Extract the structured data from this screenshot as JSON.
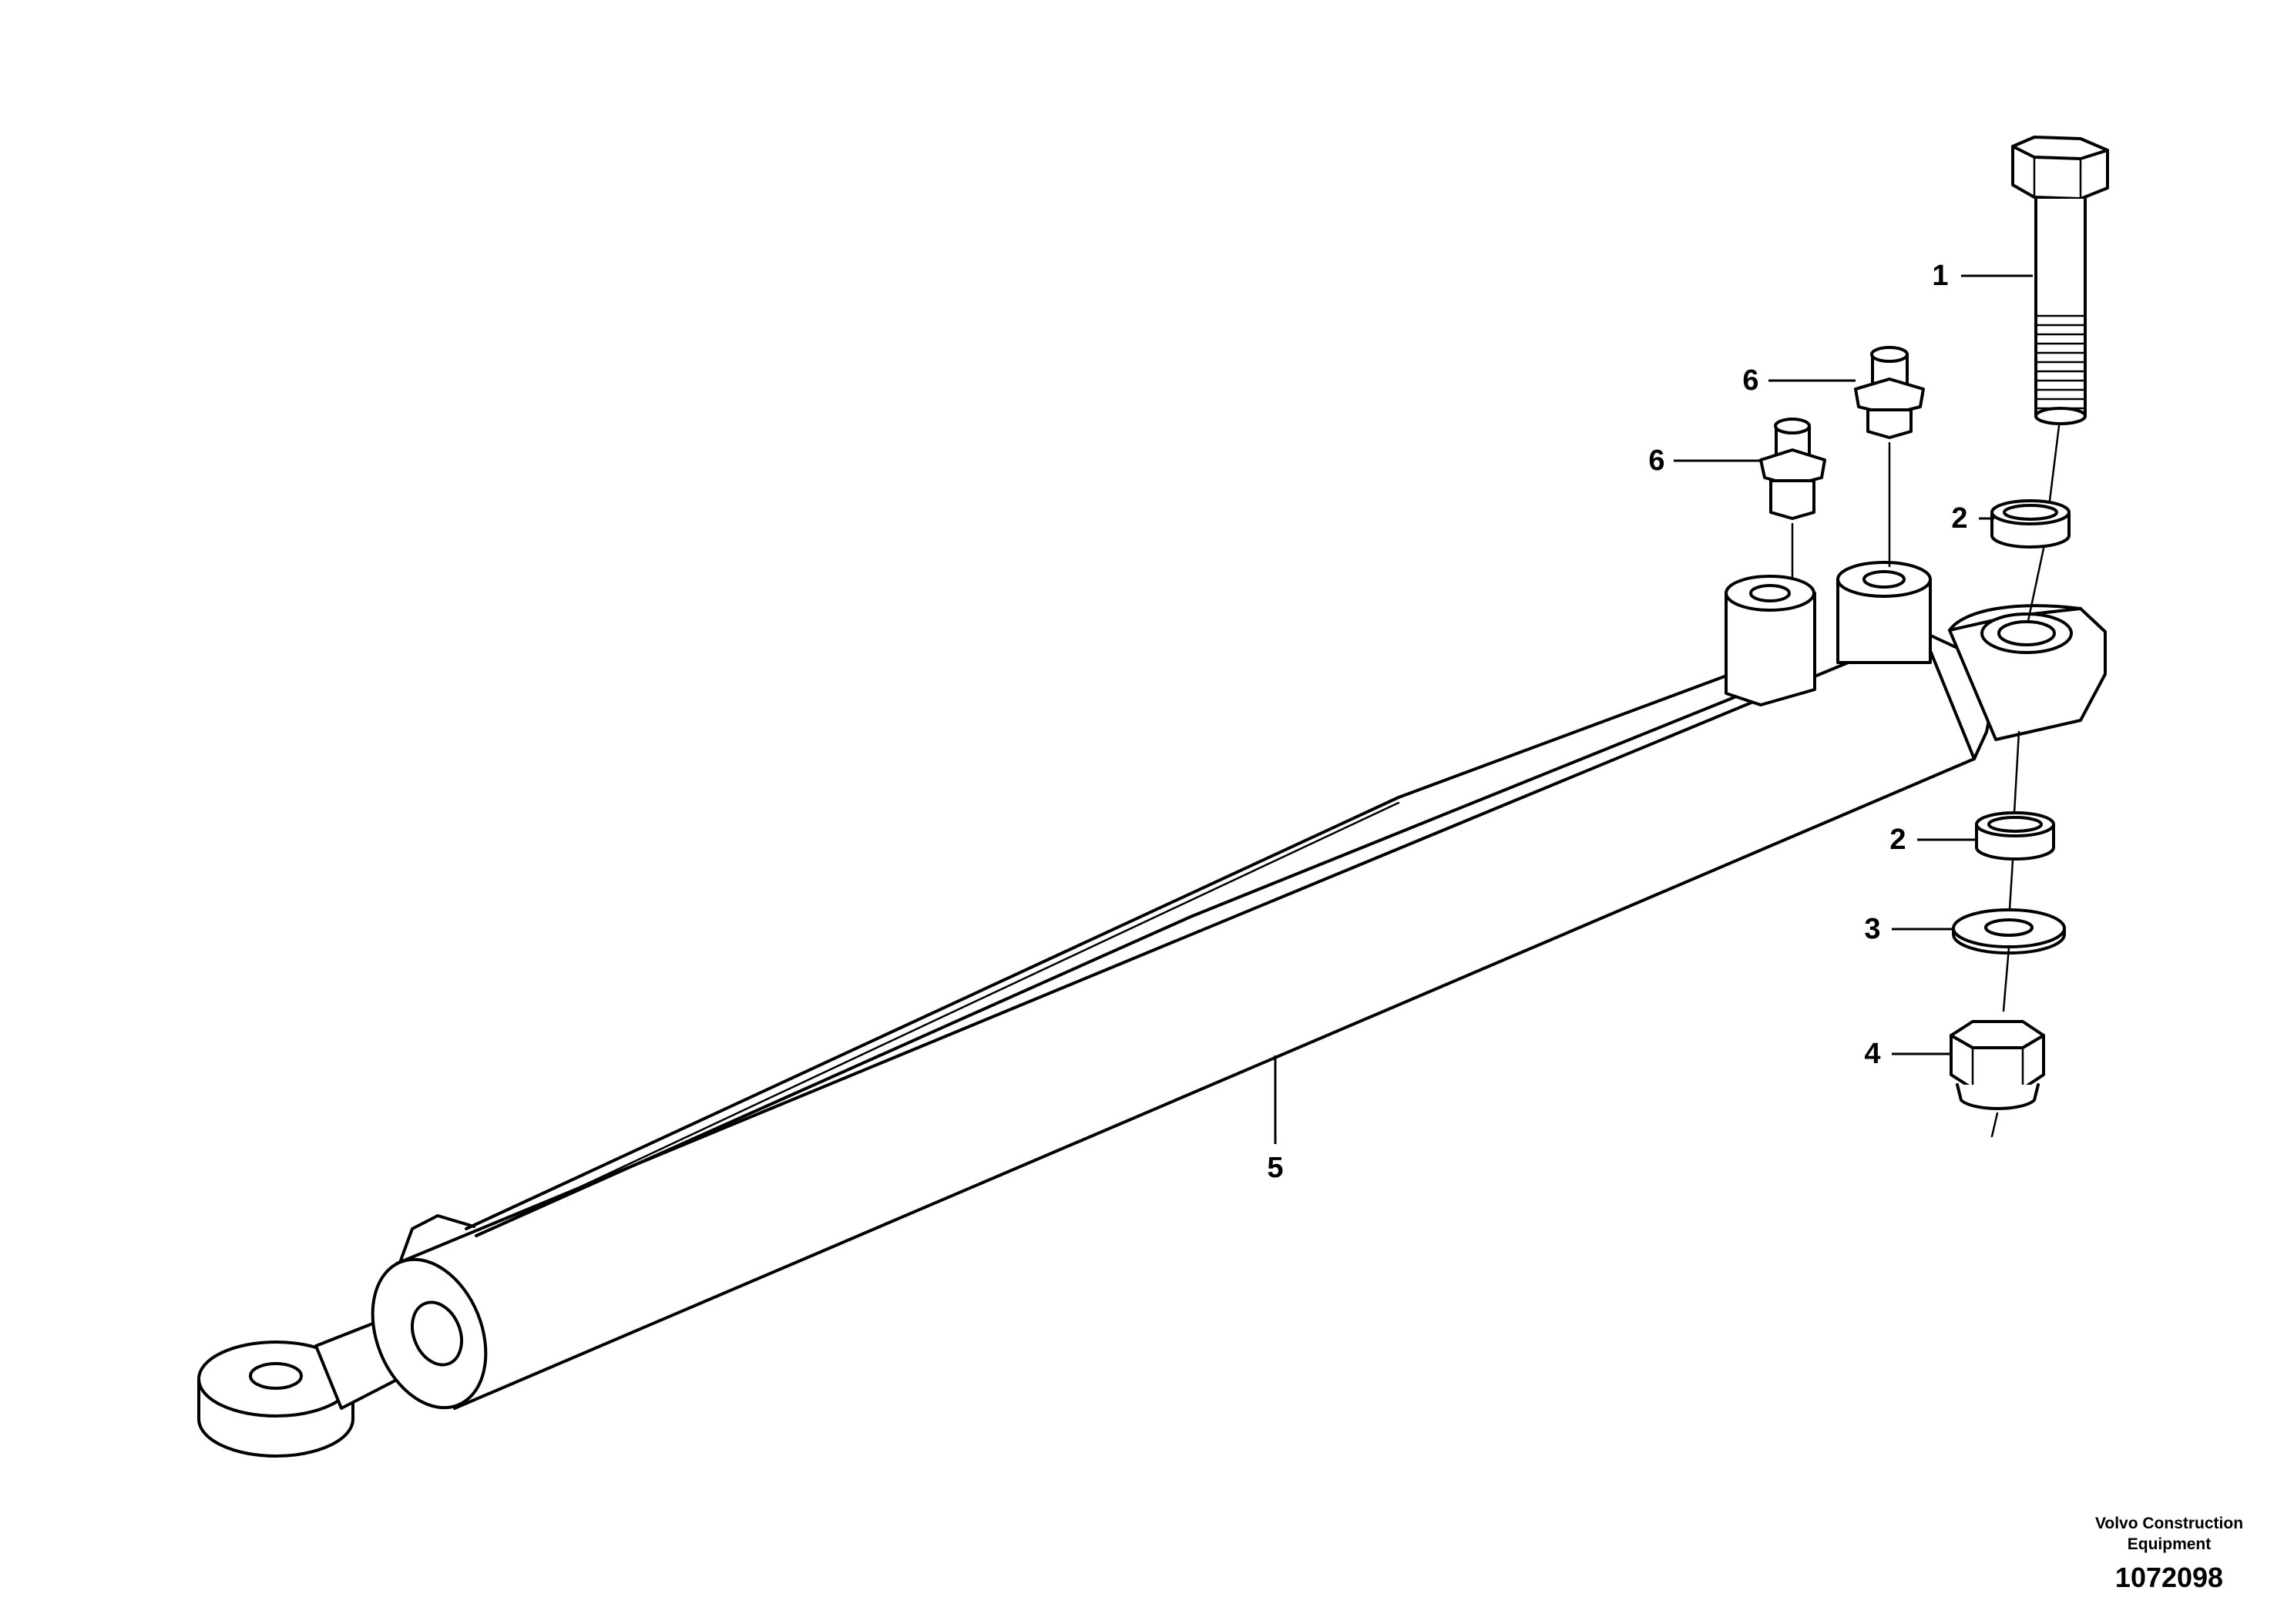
{
  "callouts": [
    {
      "label": "1",
      "part": "bolt"
    },
    {
      "label": "2",
      "part": "bushing-upper"
    },
    {
      "label": "2",
      "part": "bushing-lower"
    },
    {
      "label": "3",
      "part": "washer"
    },
    {
      "label": "4",
      "part": "lock-nut"
    },
    {
      "label": "5",
      "part": "hydraulic-cylinder"
    },
    {
      "label": "6",
      "part": "nipple-rear"
    },
    {
      "label": "6",
      "part": "nipple-front"
    }
  ],
  "footer": {
    "brand_line1": "Volvo Construction",
    "brand_line2": "Equipment",
    "doc_number": "1072098"
  }
}
